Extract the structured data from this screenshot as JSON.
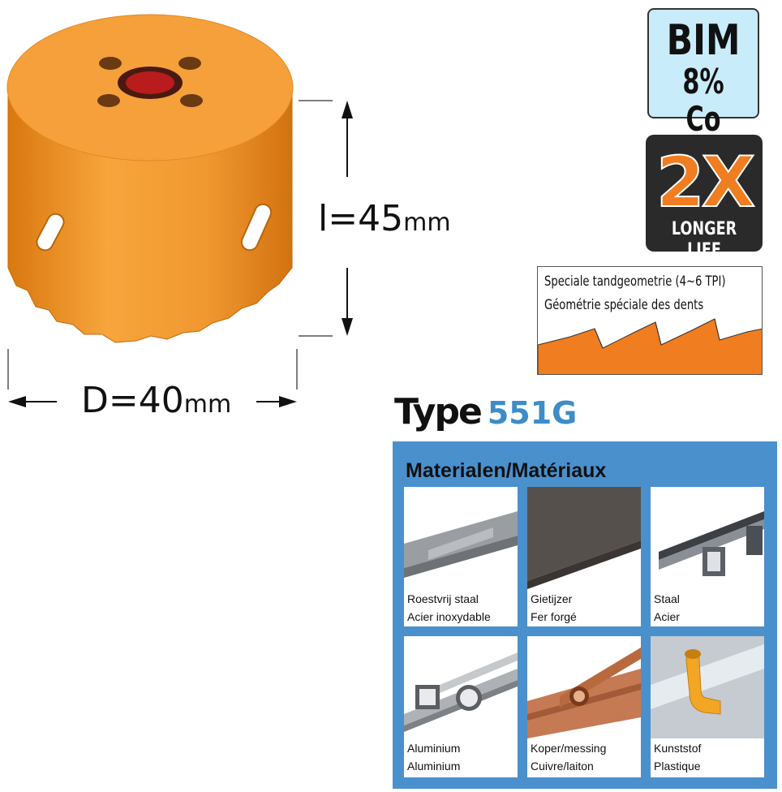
{
  "dimensions": {
    "length_label": "l=45",
    "length_unit": "mm",
    "diameter_label": "D=40",
    "diameter_unit": "mm"
  },
  "badges": {
    "material_line1": "BIM",
    "material_line2": "8% Co",
    "life_big": "2X",
    "life_small": "LONGER LIFE",
    "teeth_line1": "Speciale tandgeometrie  (4~6 TPI)",
    "teeth_line2": "Géométrie spéciale des dents"
  },
  "type": {
    "word": "Type",
    "code": "551G"
  },
  "materials": {
    "title": "Materialen/Matériaux",
    "items": [
      {
        "label_nl": "Roestvrij staal",
        "label_fr": "Acier inoxydable"
      },
      {
        "label_nl": "Gietijzer",
        "label_fr": "Fer forgé"
      },
      {
        "label_nl": "Staal",
        "label_fr": "Acier"
      },
      {
        "label_nl": "Aluminium",
        "label_fr": "Aluminium"
      },
      {
        "label_nl": "Koper/messing",
        "label_fr": "Cuivre/laiton"
      },
      {
        "label_nl": "Kunststof",
        "label_fr": "Plastique"
      }
    ]
  },
  "colors": {
    "saw_orange": "#f29a2e",
    "accent_blue": "#3c8dc8",
    "panel_blue": "#4a90cd",
    "badge_light_blue": "#c9ecfb"
  }
}
